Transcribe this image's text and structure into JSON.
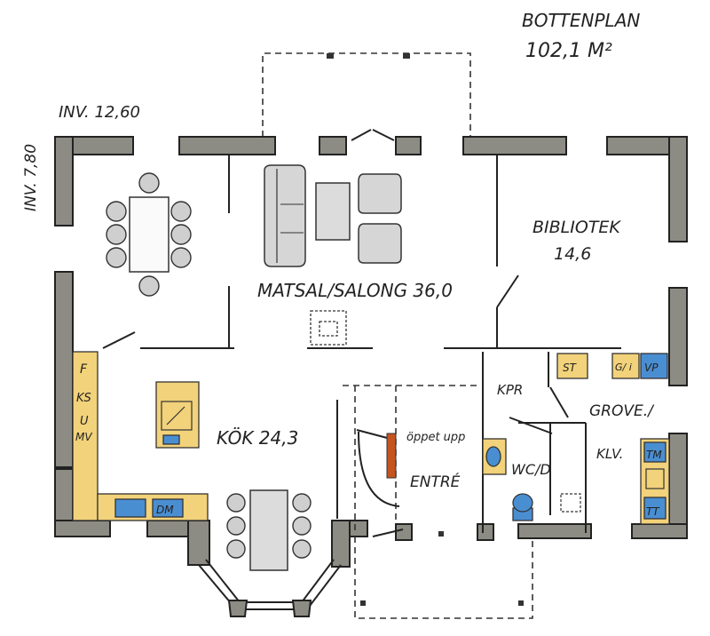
{
  "title": {
    "line1": "BOTTENPLAN",
    "line2": "102,1 M²"
  },
  "dimensions": {
    "width": "INV. 12,60",
    "depth": "INV. 7,80"
  },
  "rooms": {
    "matsal": "MATSAL/SALONG 36,0",
    "bibliotek_name": "BIBLIOTEK",
    "bibliotek_area": "14,6",
    "kok": "KÖK 24,3",
    "entre": "ENTRÉ",
    "wcd": "WC/D",
    "kpr": "KPR",
    "grovent": "GROVE./",
    "klv": "KLV.",
    "oppet_upp": "öppet upp"
  },
  "appliances": {
    "f": "F",
    "ks": "KS",
    "u": "U",
    "mv": "MV",
    "dm": "DM",
    "st": "ST",
    "gi": "G/ i",
    "vp": "VP",
    "tm": "TM",
    "tt": "TT"
  },
  "colors": {
    "wall": "#8c8c84",
    "cabinet": "#f2d27a",
    "appliance": "#4a8ed2",
    "furniture": "#d6d6d6"
  }
}
